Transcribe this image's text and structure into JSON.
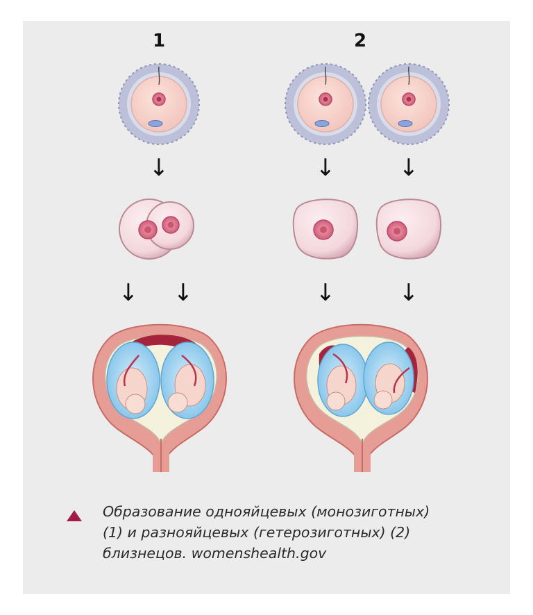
{
  "labels": {
    "identical": "1",
    "fraternal": "2"
  },
  "caption": {
    "line1": "Образование однояйцевых (монозиготных)",
    "line2": "(1) и разнояйцевых (гетерозиготных) (2)",
    "line3": "близнецов. womenshealth.gov"
  },
  "arrow_glyph": "↓",
  "colors": {
    "panel": "#ececec",
    "uterus": "#e69d96",
    "uterus_edge": "#c96b66",
    "placenta": "#a5243b",
    "amniotic": "#9fd4f0",
    "fetus": "#f6d6cc",
    "accent": "#a31a47"
  }
}
